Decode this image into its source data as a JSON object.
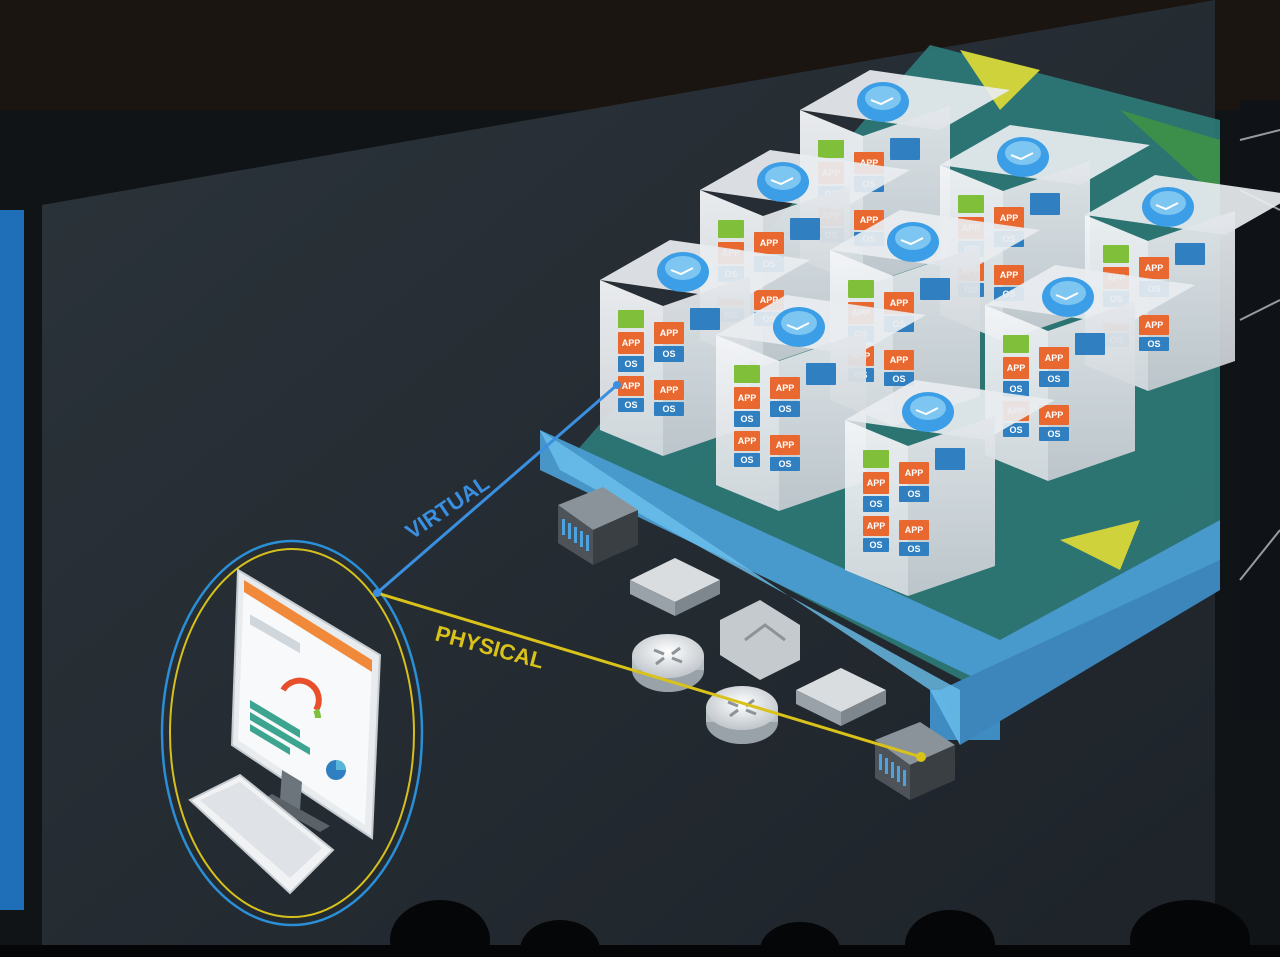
{
  "diagram": {
    "labels": {
      "virtual": "VIRTUAL",
      "physical": "PHYSICAL"
    },
    "block_labels": {
      "app": "APP",
      "os": "OS"
    },
    "colors": {
      "virtual_line": "#3b8fe0",
      "physical_line": "#d9c21a",
      "platform": "#5fb3e8",
      "screen_bg": "#232a30",
      "orange_block": "#e8682f",
      "blue_block": "#2f7fc1",
      "green_block": "#7fbf3a"
    },
    "icons": [
      "monitor-icon",
      "keyboard-icon",
      "cube-icon",
      "router-icon",
      "switch-icon",
      "firewall-icon",
      "server-icon"
    ]
  }
}
